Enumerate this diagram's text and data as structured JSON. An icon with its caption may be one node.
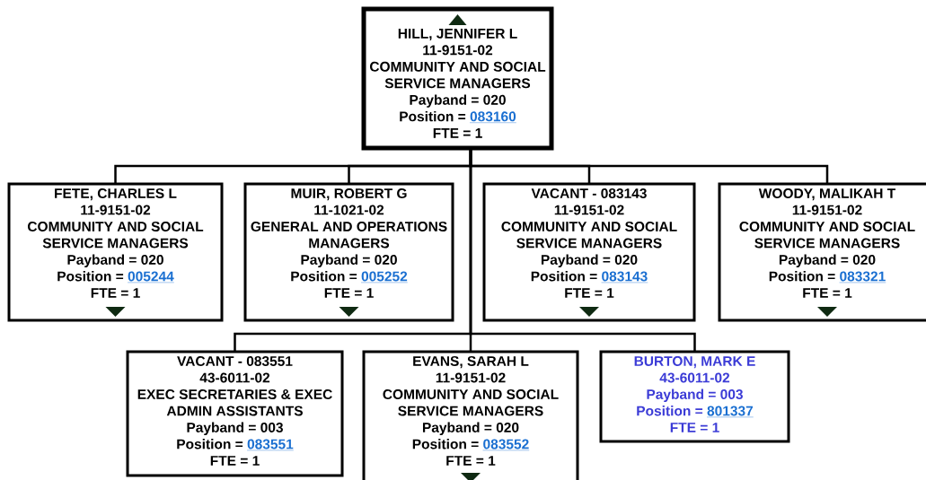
{
  "diagram": {
    "nodes": [
      {
        "text": [
          "HILL, JENNIFER L",
          "11-9151-02",
          "COMMUNITY AND SOCIAL SERVICE MANAGERS",
          "Payband = 020",
          "Position =",
          "083160",
          "FTE = 1"
        ]
      },
      {
        "text": [
          "FETE, CHARLES L",
          "11-9151-02",
          "COMMUNITY AND SOCIAL SERVICE MANAGERS",
          "Payband = 020",
          "Position =",
          "005244",
          "FTE = 1"
        ]
      },
      {
        "text": [
          "MUIR, ROBERT G",
          "11-1021-02",
          "GENERAL AND OPERATIONS MANAGERS",
          "Payband = 020",
          "Position =",
          "005252",
          "FTE = 1"
        ]
      },
      {
        "text": [
          "VACANT - 083143",
          "11-9151-02",
          "COMMUNITY AND SOCIAL SERVICE MANAGERS",
          "Payband = 020",
          "Position =",
          "083143",
          "FTE = 1"
        ]
      },
      {
        "text": [
          "WOODY, MALIKAH T",
          "11-9151-02",
          "COMMUNITY AND SOCIAL SERVICE MANAGERS",
          "Payband = 020",
          "Position =",
          "083321",
          "FTE = 1"
        ]
      },
      {
        "text": [
          "VACANT - 083551",
          "43-6011-02",
          "EXEC SECRETARIES & EXEC ADMIN ASSISTANTS",
          "Payband = 003",
          "Position =",
          "083551",
          "FTE = 1"
        ]
      },
      {
        "text": [
          "EVANS, SARAH L",
          "11-9151-02",
          "COMMUNITY AND SOCIAL SERVICE MANAGERS",
          "Payband = 020",
          "Position =",
          "083552",
          "FTE = 1"
        ]
      },
      {
        "text": [
          "BURTON, MARK E",
          "43-6011-02",
          "Payband = 003",
          "Position =",
          "801337",
          "FTE = 1"
        ]
      }
    ],
    "edges": [
      {
        "from": 0,
        "to": 1,
        "arrow": "none"
      },
      {
        "from": 0,
        "to": 2,
        "arrow": "none"
      },
      {
        "from": 0,
        "to": 3,
        "arrow": "none"
      },
      {
        "from": 0,
        "to": 4,
        "arrow": "none"
      },
      {
        "from": 0,
        "to": 5,
        "arrow": "none"
      },
      {
        "from": 0,
        "to": 6,
        "arrow": "none"
      },
      {
        "from": 0,
        "to": 7,
        "arrow": "none"
      }
    ]
  }
}
